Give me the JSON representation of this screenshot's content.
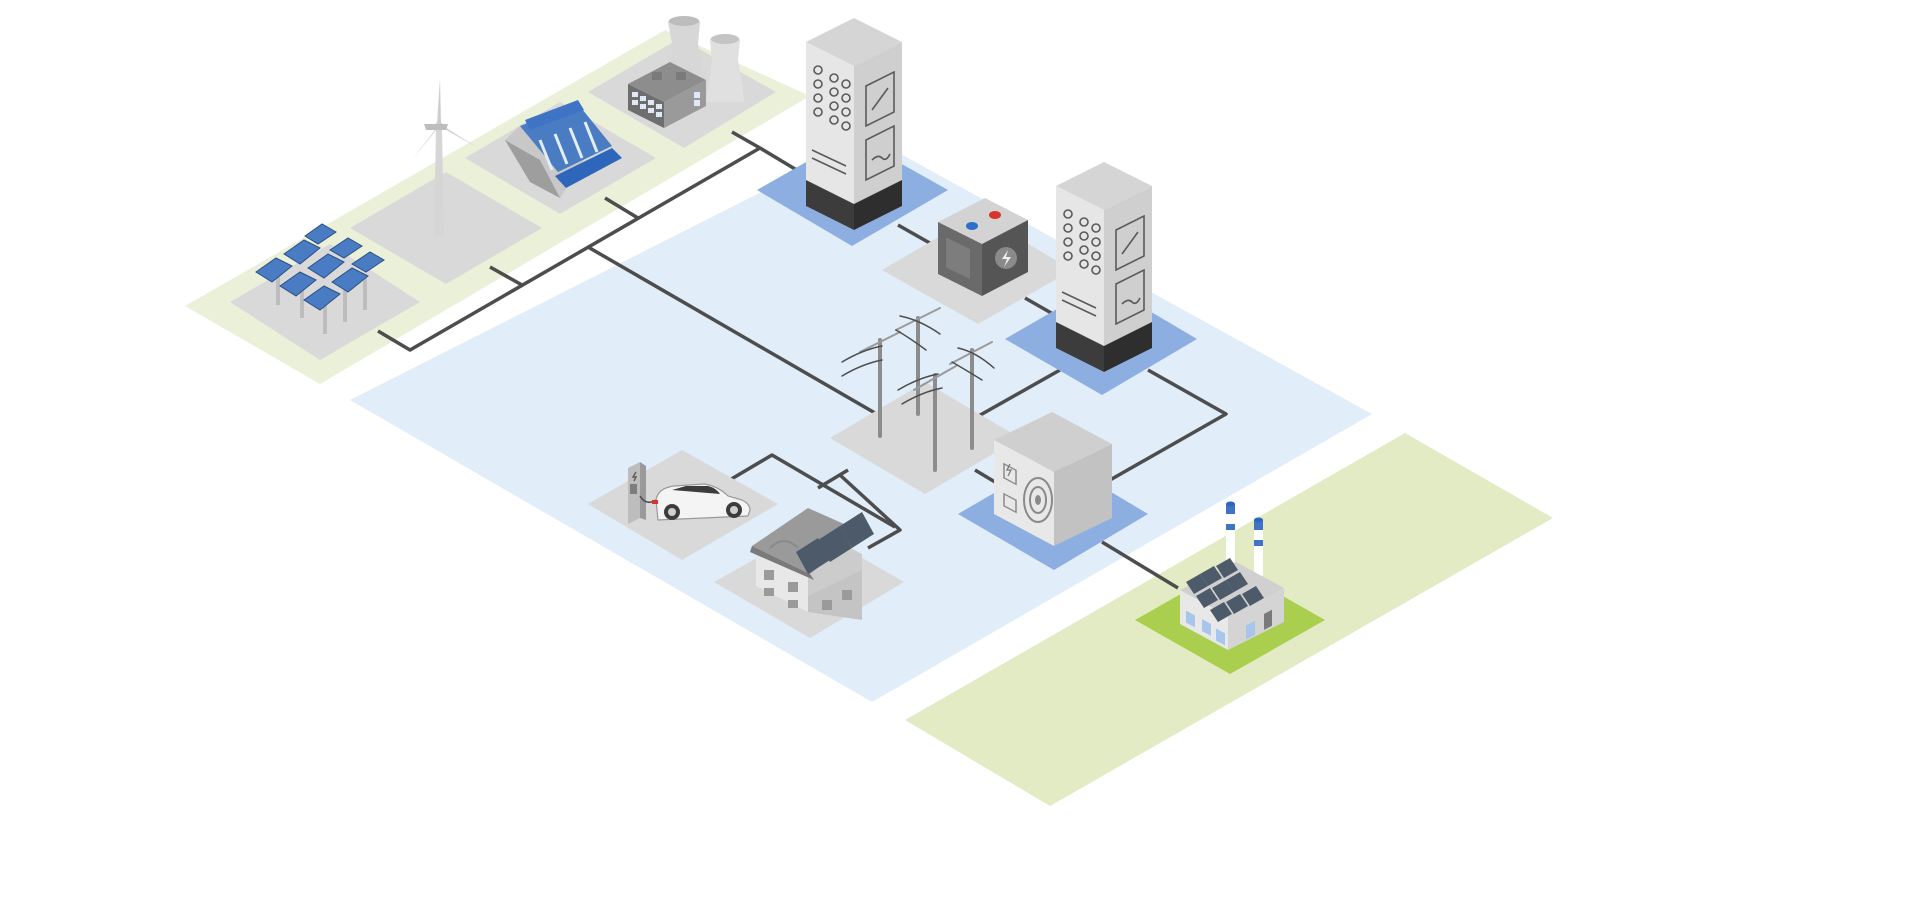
{
  "diagram": {
    "kind": "isometric energy grid illustration",
    "colors": {
      "generation_zone": "#ebf1d9",
      "grid_zone": "#e2edfa",
      "industrial_zone": "#e3ebc4",
      "factory_lot": "#aacf4f",
      "tile_gray": "#d9d9d9",
      "tile_blue": "#8caee0",
      "line": "#4d4d4d",
      "panel_blue": "#4a7cc4",
      "cabinet_light": "#e0e0e0",
      "cabinet_dark": "#3d3d3d",
      "terminal_red": "#d9342b",
      "terminal_blue": "#2d6fc9"
    },
    "zones": [
      {
        "id": "generation",
        "color_key": "generation_zone"
      },
      {
        "id": "grid",
        "color_key": "grid_zone"
      },
      {
        "id": "industrial",
        "color_key": "industrial_zone"
      }
    ],
    "nodes": [
      {
        "id": "solar-farm",
        "icon": "solar-panels-icon"
      },
      {
        "id": "wind-turbine",
        "icon": "wind-turbine-icon"
      },
      {
        "id": "hydro-dam",
        "icon": "hydro-dam-icon"
      },
      {
        "id": "power-plant",
        "icon": "power-plant-icon"
      },
      {
        "id": "inverter-cabinet-1",
        "icon": "inverter-cabinet-icon"
      },
      {
        "id": "battery",
        "icon": "battery-icon"
      },
      {
        "id": "inverter-cabinet-2",
        "icon": "inverter-cabinet-icon"
      },
      {
        "id": "transmission-towers",
        "icon": "power-pylons-icon"
      },
      {
        "id": "ev-charger",
        "icon": "ev-charging-icon"
      },
      {
        "id": "house",
        "icon": "solar-house-icon"
      },
      {
        "id": "transformer",
        "icon": "transformer-icon"
      },
      {
        "id": "factory",
        "icon": "factory-icon"
      }
    ],
    "connections": [
      [
        "solar-farm",
        "generation-bus"
      ],
      [
        "wind-turbine",
        "generation-bus"
      ],
      [
        "hydro-dam",
        "generation-bus"
      ],
      [
        "power-plant",
        "inverter-cabinet-1"
      ],
      [
        "inverter-cabinet-1",
        "battery"
      ],
      [
        "battery",
        "inverter-cabinet-2"
      ],
      [
        "generation-bus",
        "transmission-towers"
      ],
      [
        "inverter-cabinet-2",
        "transmission-towers"
      ],
      [
        "inverter-cabinet-2",
        "transformer"
      ],
      [
        "transmission-towers",
        "house"
      ],
      [
        "ev-charger",
        "house"
      ],
      [
        "transmission-towers",
        "transformer"
      ],
      [
        "transformer",
        "factory"
      ]
    ]
  }
}
